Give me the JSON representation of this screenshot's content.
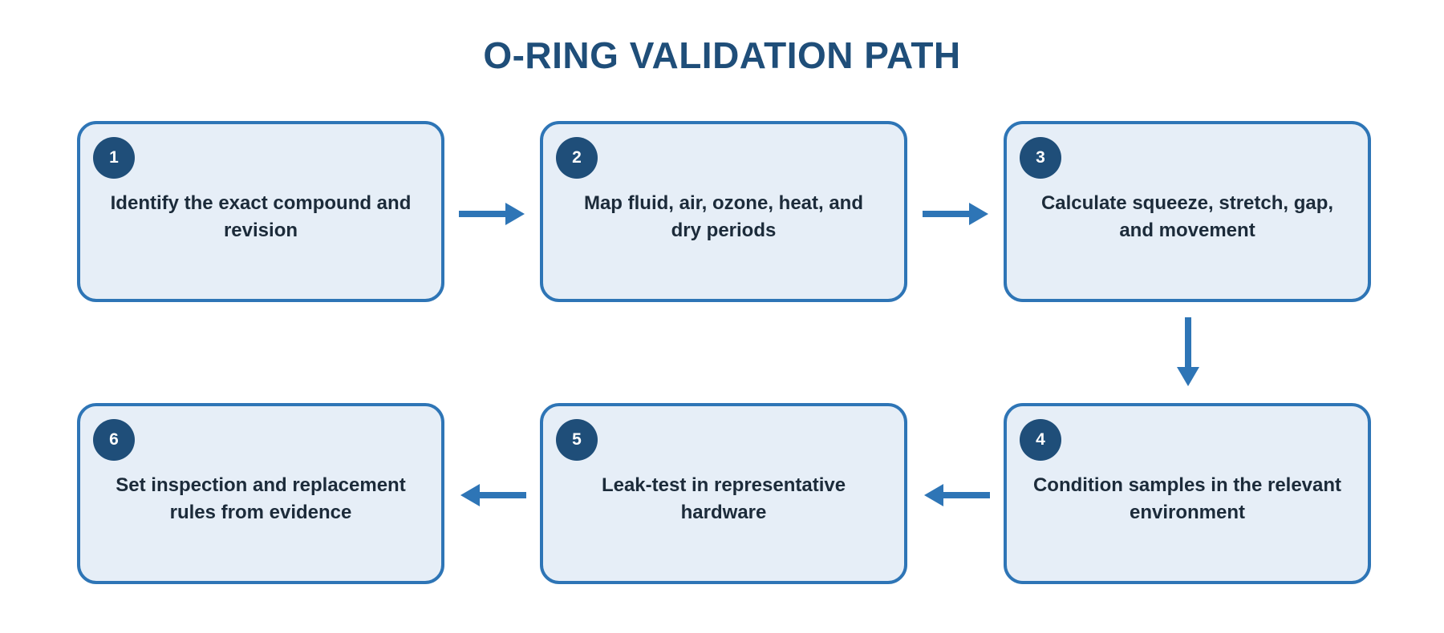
{
  "title": "O-RING VALIDATION PATH",
  "colors": {
    "accent": "#2e75b6",
    "badge": "#1f4e79",
    "card_fill": "#e6eef7",
    "text": "#1c2b3a"
  },
  "steps": [
    {
      "number": "1",
      "text": "Identify the exact compound and revision"
    },
    {
      "number": "2",
      "text": "Map fluid, air, ozone, heat, and dry periods"
    },
    {
      "number": "3",
      "text": "Calculate squeeze, stretch, gap, and movement"
    },
    {
      "number": "4",
      "text": "Condition samples in the relevant environment"
    },
    {
      "number": "5",
      "text": "Leak-test in representative hardware"
    },
    {
      "number": "6",
      "text": "Set inspection and replacement rules from evidence"
    }
  ]
}
